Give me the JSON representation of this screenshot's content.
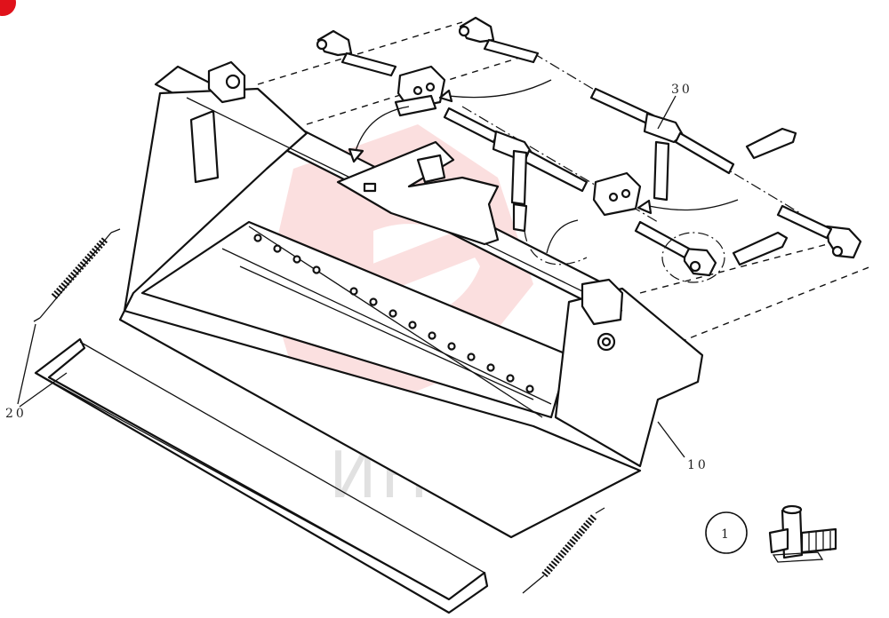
{
  "callouts": {
    "ref_1": "1",
    "ref_10": "10",
    "ref_20": "20",
    "ref_30": "30"
  },
  "watermark": {
    "text": "ИНТЕХ",
    "color": "#f4a6a6"
  },
  "accent_color": "#e0121b"
}
